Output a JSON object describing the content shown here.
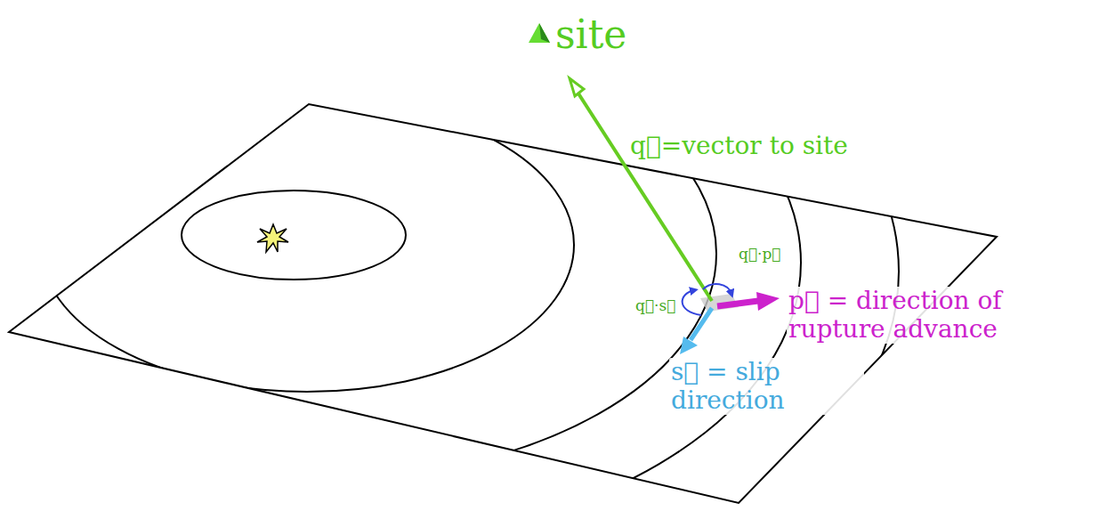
{
  "diagram": {
    "labels": [
      "site",
      "q⃗=vector to site",
      "q⃗·p⃗",
      "q⃗·s⃗",
      "p⃗ = direction of rupture advance",
      "s⃗ = slip direction"
    ]
  }
}
